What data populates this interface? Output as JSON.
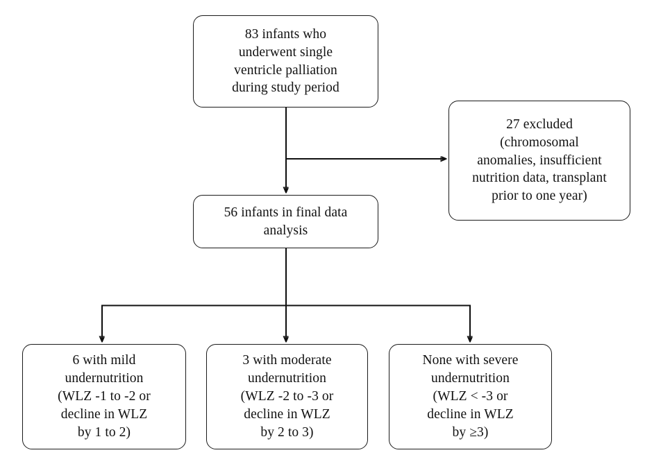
{
  "diagram": {
    "type": "flowchart",
    "title_visible": false,
    "background_color": "#ffffff",
    "line_color": "#111111",
    "text_color": "#111111",
    "nodes": {
      "cohort": {
        "label": "83 infants who\nunderwent single\nventricle palliation\nduring study period",
        "count": 83,
        "shape": "rounded-rectangle"
      },
      "excluded": {
        "label": "27 excluded\n(chromosomal\nanomalies, insufficient\nnutrition data, transplant\nprior to one year)",
        "count": 27,
        "shape": "rounded-rectangle"
      },
      "final": {
        "label": "56 infants in final data\nanalysis",
        "count": 56,
        "shape": "rounded-rectangle"
      },
      "mild": {
        "label": "6 with mild\nundernutrition\n(WLZ -1 to -2 or\ndecline in WLZ\nby 1 to 2)",
        "count": 6,
        "shape": "rounded-rectangle"
      },
      "moderate": {
        "label": "3 with moderate\nundernutrition\n(WLZ -2 to -3 or\ndecline in WLZ\nby 2 to 3)",
        "count": 3,
        "shape": "rounded-rectangle"
      },
      "severe": {
        "label": "None with severe\nundernutrition\n(WLZ < -3 or\ndecline in WLZ\nby ≥3)",
        "count": 0,
        "shape": "rounded-rectangle"
      }
    },
    "edges": [
      {
        "from": "cohort",
        "to": "final",
        "style": "straight-arrow-down"
      },
      {
        "from": "cohort",
        "to": "excluded",
        "style": "branch-arrow-right"
      },
      {
        "from": "final",
        "to": "mild",
        "style": "split-arrow-down"
      },
      {
        "from": "final",
        "to": "moderate",
        "style": "split-arrow-down"
      },
      {
        "from": "final",
        "to": "severe",
        "style": "split-arrow-down"
      }
    ]
  }
}
